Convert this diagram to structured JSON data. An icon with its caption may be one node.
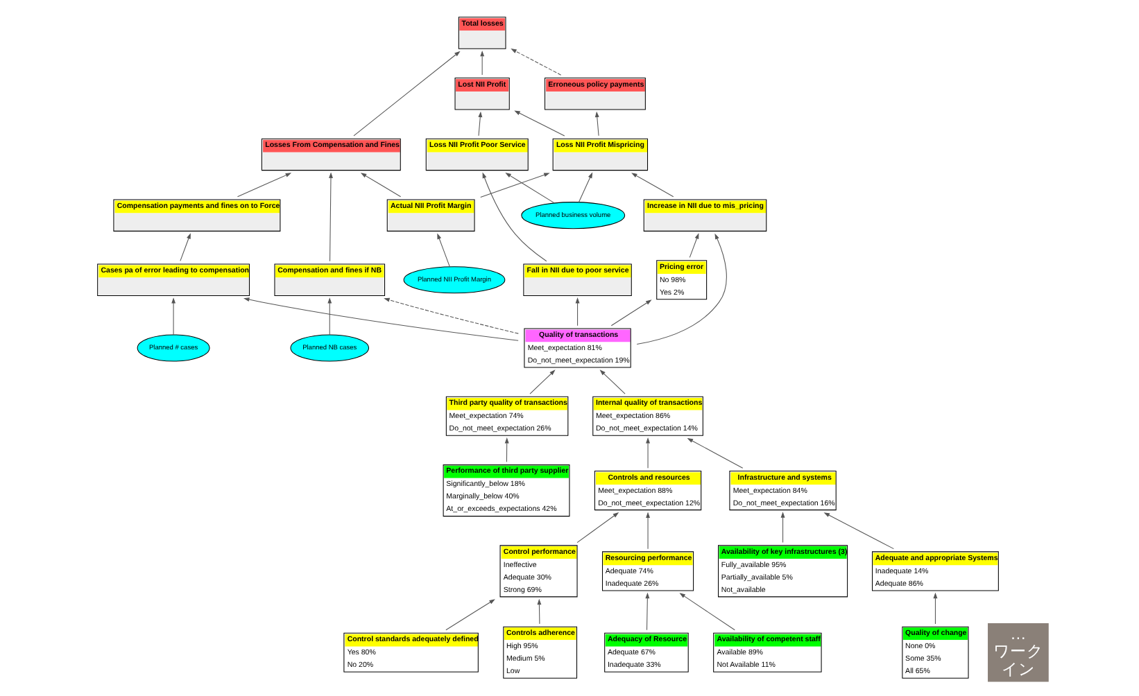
{
  "diagram": {
    "nodes": [
      {
        "text": [
          "Total losses"
        ]
      },
      {
        "text": [
          "Losses From Compensation and Fines"
        ]
      },
      {
        "text": [
          "Lost NII Profit"
        ]
      },
      {
        "text": [
          "Erroneous policy payments"
        ]
      },
      {
        "text": [
          "Compensation payments and fines on to Force"
        ]
      },
      {
        "text": [
          "Compensation and fines if NB"
        ]
      },
      {
        "text": [
          "Loss NII Profit Poor Service"
        ]
      },
      {
        "text": [
          "Loss NII Profit Mispricing"
        ]
      },
      {
        "text": [
          "Planned business volume"
        ]
      },
      {
        "text": [
          "Planned NB cases"
        ]
      },
      {
        "text": [
          "Cases pa of error leading to compensation"
        ]
      },
      {
        "text": [
          "Planned # cases"
        ]
      },
      {
        "text": [
          "Fall in NII due to poor service"
        ]
      },
      {
        "text": [
          "Increase in NII due to mis_pricing"
        ]
      },
      {
        "text": [
          "Actual NII Profit Margin"
        ]
      },
      {
        "text": [
          "Planned NII Profit Margin"
        ]
      },
      {
        "text": [
          "Pricing error",
          "No 98%",
          "Yes 2%"
        ]
      },
      {
        "text": [
          "Quality of transactions",
          "Meet_expectation 81%",
          "Do_not_meet_expectation 19%"
        ]
      },
      {
        "text": [
          "Third party quality of transactions",
          "Meet_expectation 74%",
          "Do_not_meet_expectation 26%"
        ]
      },
      {
        "text": [
          "Performance of third party supplier",
          "Significantly_below 18%",
          "Marginally_below 40%",
          "At_or_exceeds_expectations 42%"
        ]
      },
      {
        "text": [
          "Internal quality of transactions",
          "Meet_expectation 86%",
          "Do_not_meet_expectation 14%"
        ]
      },
      {
        "text": [
          "Infrastructure and systems",
          "Meet_expectation 84%",
          "Do_not_meet_expectation 16%"
        ]
      },
      {
        "text": [
          "Availability of key infrastructures (3)",
          "Fully_available 95%",
          "Partially_available 5%",
          "Not_available"
        ]
      },
      {
        "text": [
          "Adequate and appropriate Systems",
          "Inadequate 14%",
          "Adequate 86%"
        ]
      },
      {
        "text": [
          "Quality of change",
          "None 0%",
          "Some 35%",
          "All 65%"
        ]
      },
      {
        "text": [
          "Controls and resources",
          "Meet_expectation 88%",
          "Do_not_meet_expectation 12%"
        ]
      },
      {
        "text": [
          "Control performance",
          "Ineffective",
          "Adequate 30%",
          "Strong 69%"
        ]
      },
      {
        "text": [
          "Resourcing performance",
          "Adequate 74%",
          "Inadequate 26%"
        ]
      },
      {
        "text": [
          "Controls adherence",
          "High 95%",
          "Medium 5%",
          "Low"
        ]
      },
      {
        "text": [
          "Control standards adequately defined",
          "Yes 80%",
          "No 20%"
        ]
      },
      {
        "text": [
          "Availability of competent staff",
          "Available 89%",
          "Not Available 11%"
        ]
      },
      {
        "text": [
          "Adequacy of Resource",
          "Adequate 67%",
          "Inadequate 33%"
        ]
      }
    ],
    "edges": [
      {
        "from": 1,
        "to": 0,
        "arrow": "to"
      },
      {
        "from": 2,
        "to": 0,
        "arrow": "to"
      },
      {
        "from": 3,
        "to": 0,
        "arrow": "to",
        "style": "dashed"
      },
      {
        "from": 4,
        "to": 1,
        "arrow": "to"
      },
      {
        "from": 5,
        "to": 1,
        "arrow": "to"
      },
      {
        "from": 6,
        "to": 2,
        "arrow": "to"
      },
      {
        "from": 7,
        "to": 2,
        "arrow": "to"
      },
      {
        "from": 7,
        "to": 3,
        "arrow": "to"
      },
      {
        "from": 14,
        "to": 1,
        "arrow": "to"
      },
      {
        "from": 8,
        "to": 7,
        "arrow": "to"
      },
      {
        "from": 8,
        "to": 6,
        "arrow": "to"
      },
      {
        "from": 12,
        "to": 6,
        "arrow": "to"
      },
      {
        "from": 13,
        "to": 7,
        "arrow": "to"
      },
      {
        "from": 14,
        "to": 7,
        "arrow": "to"
      },
      {
        "from": 10,
        "to": 4,
        "arrow": "to"
      },
      {
        "from": 11,
        "to": 10,
        "arrow": "to"
      },
      {
        "from": 9,
        "to": 5,
        "arrow": "to"
      },
      {
        "from": 15,
        "to": 14,
        "arrow": "to"
      },
      {
        "from": 16,
        "to": 13,
        "arrow": "to"
      },
      {
        "from": 17,
        "to": 12,
        "arrow": "to"
      },
      {
        "from": 17,
        "to": 13,
        "arrow": "to"
      },
      {
        "from": 17,
        "to": 16,
        "arrow": "to"
      },
      {
        "from": 17,
        "to": 10,
        "arrow": "to"
      },
      {
        "from": 17,
        "to": 5,
        "arrow": "to",
        "style": "dashed"
      },
      {
        "from": 18,
        "to": 17,
        "arrow": "to"
      },
      {
        "from": 20,
        "to": 17,
        "arrow": "to"
      },
      {
        "from": 19,
        "to": 18,
        "arrow": "to"
      },
      {
        "from": 21,
        "to": 20,
        "arrow": "to"
      },
      {
        "from": 25,
        "to": 20,
        "arrow": "to"
      },
      {
        "from": 22,
        "to": 21,
        "arrow": "to"
      },
      {
        "from": 23,
        "to": 21,
        "arrow": "to"
      },
      {
        "from": 24,
        "to": 23,
        "arrow": "to"
      },
      {
        "from": 26,
        "to": 25,
        "arrow": "to"
      },
      {
        "from": 27,
        "to": 25,
        "arrow": "to"
      },
      {
        "from": 28,
        "to": 26,
        "arrow": "to"
      },
      {
        "from": 29,
        "to": 26,
        "arrow": "to"
      },
      {
        "from": 30,
        "to": 27,
        "arrow": "to"
      },
      {
        "from": 31,
        "to": 27,
        "arrow": "to"
      }
    ],
    "labels": [
      "…",
      "ワーク",
      "イン"
    ]
  }
}
